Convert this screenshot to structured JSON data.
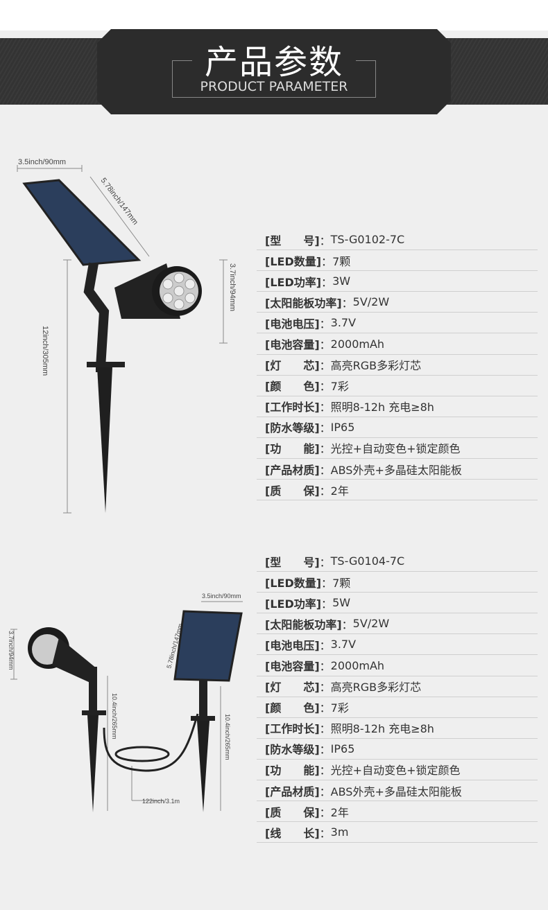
{
  "header": {
    "title_cn": "产品参数",
    "title_en": "PRODUCT PARAMETER"
  },
  "product1": {
    "dimensions": {
      "width": "3.5inch/90mm",
      "panel": "5.78inch/147mm",
      "head": "3.7inch/94mm",
      "height": "12inch/305mm"
    },
    "specs": [
      {
        "k": "[型　　号]",
        "v": "TS-G0102-7C"
      },
      {
        "k": "[LED数量]",
        "v": "7颗"
      },
      {
        "k": "[LED功率]",
        "v": "3W"
      },
      {
        "k": "[太阳能板功率]",
        "v": "5V/2W"
      },
      {
        "k": "[电池电压]",
        "v": "3.7V"
      },
      {
        "k": "[电池容量]",
        "v": "2000mAh"
      },
      {
        "k": "[灯　　芯]",
        "v": "高亮RGB多彩灯芯"
      },
      {
        "k": "[颜　　色]",
        "v": "7彩"
      },
      {
        "k": "[工作时长]",
        "v": "照明8-12h  充电≥8h"
      },
      {
        "k": "[防水等级]",
        "v": "IP65"
      },
      {
        "k": "[功　　能]",
        "v": "光控+自动变色+锁定颜色"
      },
      {
        "k": "[产品材质]",
        "v": "ABS外壳+多晶硅太阳能板"
      },
      {
        "k": "[质　　保]",
        "v": "2年"
      }
    ]
  },
  "product2": {
    "dimensions": {
      "width": "3.5inch/90mm",
      "panel": "5.78inch/147mm",
      "head": "3.7inch/94mm",
      "lamp_height": "10.4inch/265mm",
      "panel_height": "10.4inch/265mm",
      "cable": "122inch/3.1m"
    },
    "specs": [
      {
        "k": "[型　　号]",
        "v": "TS-G0104-7C"
      },
      {
        "k": "[LED数量]",
        "v": "7颗"
      },
      {
        "k": "[LED功率]",
        "v": "5W"
      },
      {
        "k": "[太阳能板功率]",
        "v": "5V/2W"
      },
      {
        "k": "[电池电压]",
        "v": "3.7V"
      },
      {
        "k": "[电池容量]",
        "v": "2000mAh"
      },
      {
        "k": "[灯　　芯]",
        "v": "高亮RGB多彩灯芯"
      },
      {
        "k": "[颜　　色]",
        "v": "7彩"
      },
      {
        "k": "[工作时长]",
        "v": "照明8-12h  充电≥8h"
      },
      {
        "k": "[防水等级]",
        "v": "IP65"
      },
      {
        "k": "[功　　能]",
        "v": "光控+自动变色+锁定颜色"
      },
      {
        "k": "[产品材质]",
        "v": "ABS外壳+多晶硅太阳能板"
      },
      {
        "k": "[质　　保]",
        "v": "2年"
      },
      {
        "k": "[线　　长]",
        "v": "3m"
      }
    ]
  }
}
